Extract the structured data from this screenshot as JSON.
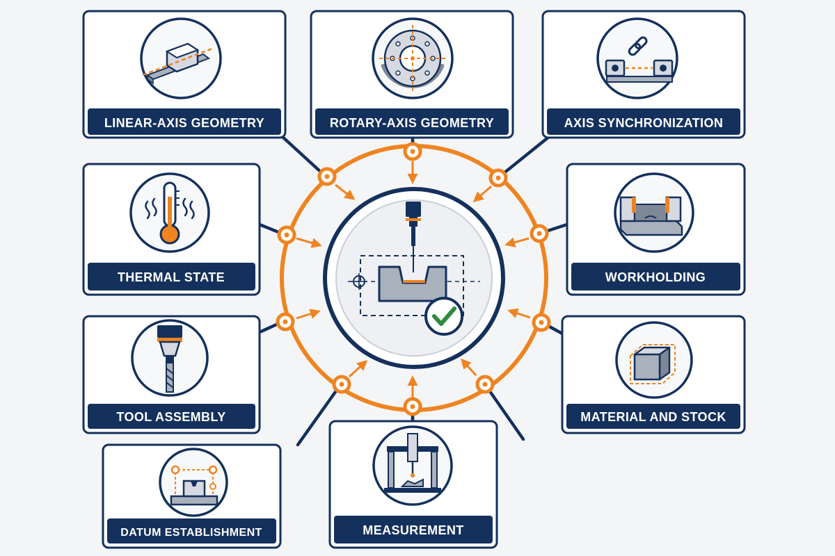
{
  "colors": {
    "navy": "#14305c",
    "orange": "#ee8421",
    "panel": "#ffffff",
    "background": "#f4f5f7",
    "steel": "#a9b1bd",
    "check": "#2e8b3e"
  },
  "diagram": {
    "center": {
      "icon": "machined-part-with-check-icon"
    },
    "nodes": [
      {
        "label": "LINEAR-AXIS GEOMETRY",
        "icon": "linear-guide-rail-icon"
      },
      {
        "label": "ROTARY-AXIS GEOMETRY",
        "icon": "rotary-table-icon"
      },
      {
        "label": "AXIS SYNCHRONIZATION",
        "icon": "linked-axes-icon"
      },
      {
        "label": "THERMAL STATE",
        "icon": "thermometer-icon"
      },
      {
        "label": "WORKHOLDING",
        "icon": "vise-icon"
      },
      {
        "label": "TOOL ASSEMBLY",
        "icon": "tool-holder-endmill-icon"
      },
      {
        "label": "MATERIAL AND STOCK",
        "icon": "stock-block-icon"
      },
      {
        "label": "DATUM ESTABLISHMENT",
        "icon": "datum-points-icon"
      },
      {
        "label": "MEASUREMENT",
        "icon": "cmm-probe-icon"
      }
    ]
  }
}
